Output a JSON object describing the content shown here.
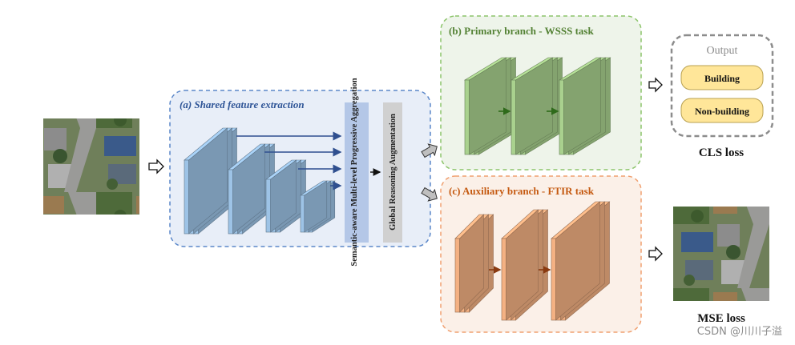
{
  "sections": {
    "shared": {
      "title": "(a) Shared feature extraction"
    },
    "primary": {
      "title": "(b) Primary branch  -  WSSS task"
    },
    "auxiliary": {
      "title": "(c) Auxiliary branch  -  FTIR task"
    }
  },
  "modules": {
    "aggregation": "Semantic-aware Multi-level Progressive Aggregation",
    "reasoning": "Global Reasoning Augmentation"
  },
  "output": {
    "title": "Output",
    "classes": [
      "Building",
      "Non-building"
    ]
  },
  "losses": {
    "cls": "CLS loss",
    "mse": "MSE loss"
  },
  "watermark": "CSDN @川川子溢",
  "colors": {
    "blue_fill": "#9dc3e6",
    "blue_border": "#5b87c9",
    "green_fill": "#a9d18e",
    "green_border": "#70ad47",
    "green_title": "#548235",
    "orange_fill": "#f4b183",
    "orange_border": "#f0a070",
    "orange_title": "#c55a11",
    "output_fill": "#ffe699"
  },
  "images": {
    "input": "aerial-image",
    "reconstruction": "reconstructed-aerial-image"
  }
}
